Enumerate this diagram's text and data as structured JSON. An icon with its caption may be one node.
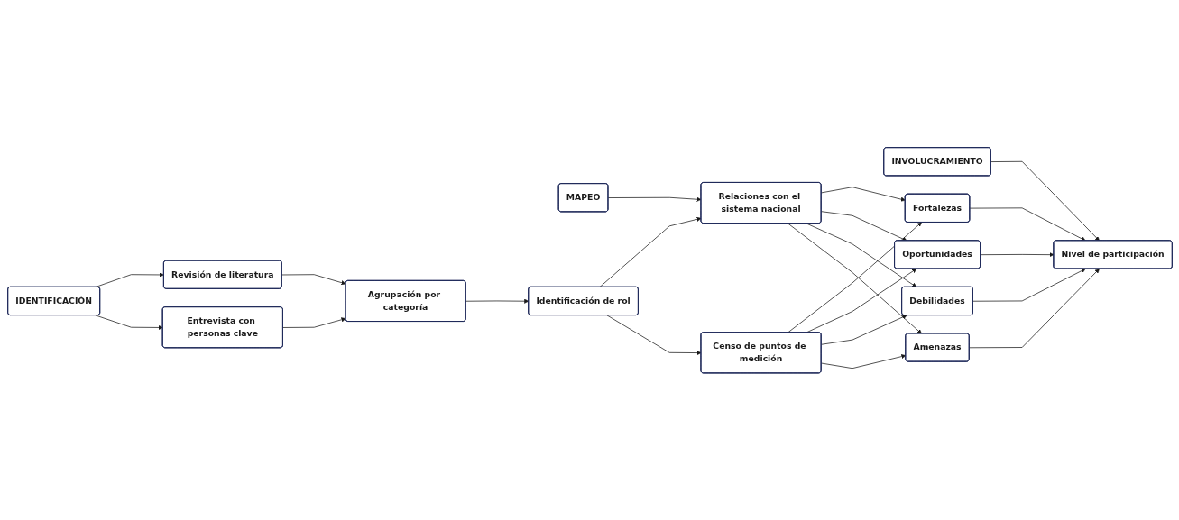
{
  "diagram": {
    "nodes": [
      {
        "text": [
          "IDENTIFICACIÓN"
        ]
      },
      {
        "text": [
          "Revisión de literatura"
        ]
      },
      {
        "text": [
          "Entrevista con personas clave"
        ]
      },
      {
        "text": [
          "Agrupación por categoría"
        ]
      },
      {
        "text": [
          "Identificación de rol"
        ]
      },
      {
        "text": [
          "MAPEO"
        ]
      },
      {
        "text": [
          "Relaciones con el sistema nacional"
        ]
      },
      {
        "text": [
          "Censo de puntos de medición"
        ]
      },
      {
        "text": [
          "Fortalezas"
        ]
      },
      {
        "text": [
          "Oportunidades"
        ]
      },
      {
        "text": [
          "Debilidades"
        ]
      },
      {
        "text": [
          "Amenazas"
        ]
      },
      {
        "text": [
          "INVOLUCRAMIENTO"
        ]
      },
      {
        "text": [
          "Nivel de participación"
        ]
      }
    ],
    "edges": [
      {
        "from": 0,
        "to": 1,
        "arrow": "to"
      },
      {
        "from": 0,
        "to": 2,
        "arrow": "to"
      },
      {
        "from": 1,
        "to": 3,
        "arrow": "to"
      },
      {
        "from": 2,
        "to": 3,
        "arrow": "to"
      },
      {
        "from": 3,
        "to": 4,
        "arrow": "to"
      },
      {
        "from": 4,
        "to": 6,
        "arrow": "to"
      },
      {
        "from": 4,
        "to": 7,
        "arrow": "to"
      },
      {
        "from": 5,
        "to": 6,
        "arrow": "to"
      },
      {
        "from": 6,
        "to": 8,
        "arrow": "to"
      },
      {
        "from": 6,
        "to": 9,
        "arrow": "to"
      },
      {
        "from": 6,
        "to": 10,
        "arrow": "to"
      },
      {
        "from": 6,
        "to": 11,
        "arrow": "to"
      },
      {
        "from": 7,
        "to": 8,
        "arrow": "to"
      },
      {
        "from": 7,
        "to": 9,
        "arrow": "to"
      },
      {
        "from": 7,
        "to": 10,
        "arrow": "to"
      },
      {
        "from": 7,
        "to": 11,
        "arrow": "to"
      },
      {
        "from": 8,
        "to": 13,
        "arrow": "to"
      },
      {
        "from": 9,
        "to": 13,
        "arrow": "to"
      },
      {
        "from": 10,
        "to": 13,
        "arrow": "to"
      },
      {
        "from": 11,
        "to": 13,
        "arrow": "to"
      },
      {
        "from": 12,
        "to": 13,
        "arrow": "to"
      }
    ]
  }
}
